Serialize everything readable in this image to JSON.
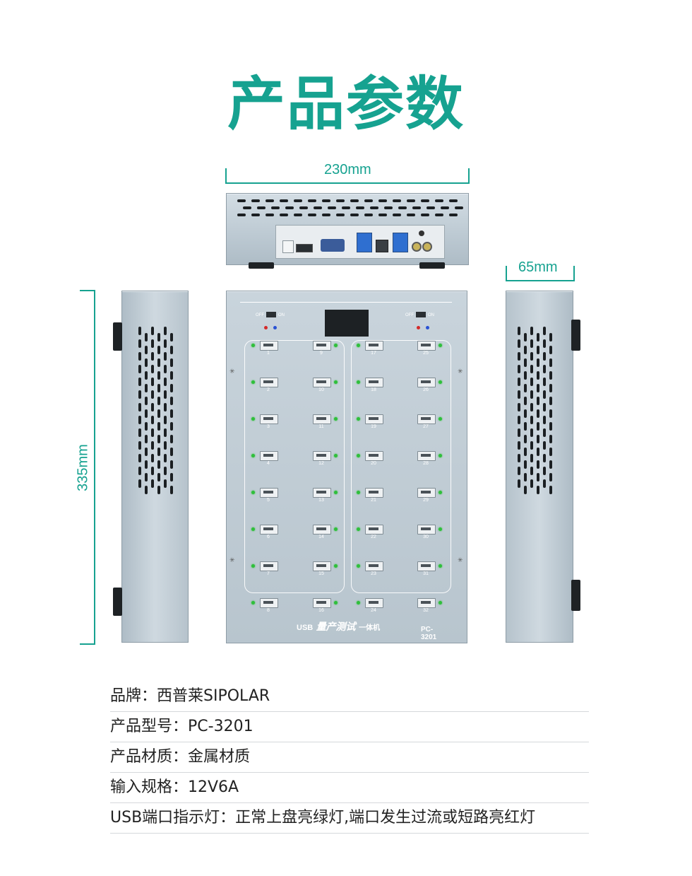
{
  "title": "产品参数",
  "dimensions": {
    "width": "230mm",
    "height": "65mm",
    "length": "335mm"
  },
  "device": {
    "brand_text_usb": "USB",
    "brand_text_main": "量产测试",
    "brand_text_sub": "一体机",
    "model": "PC-3201",
    "switch_off": "OFF",
    "switch_on": "ON",
    "port_count": 32,
    "led_color": "#2fbf3b",
    "body_color": "#bfcbd4",
    "ports": [
      "1",
      "2",
      "3",
      "4",
      "5",
      "6",
      "7",
      "8",
      "9",
      "10",
      "11",
      "12",
      "13",
      "14",
      "15",
      "16",
      "17",
      "18",
      "19",
      "20",
      "21",
      "22",
      "23",
      "24",
      "25",
      "26",
      "27",
      "28",
      "29",
      "30",
      "31",
      "32"
    ]
  },
  "specs": [
    {
      "label": "品牌：",
      "value": "西普莱SIPOLAR"
    },
    {
      "label": "产品型号：",
      "value": "PC-3201"
    },
    {
      "label": "产品材质：",
      "value": "金属材质"
    },
    {
      "label": "输入规格：",
      "value": "12V6A"
    },
    {
      "label": "USB端口指示灯：",
      "value": "正常上盘亮绿灯,端口发生过流或短路亮红灯"
    }
  ],
  "colors": {
    "accent": "#16a290",
    "text": "#222222",
    "divider": "#d5d8db"
  }
}
